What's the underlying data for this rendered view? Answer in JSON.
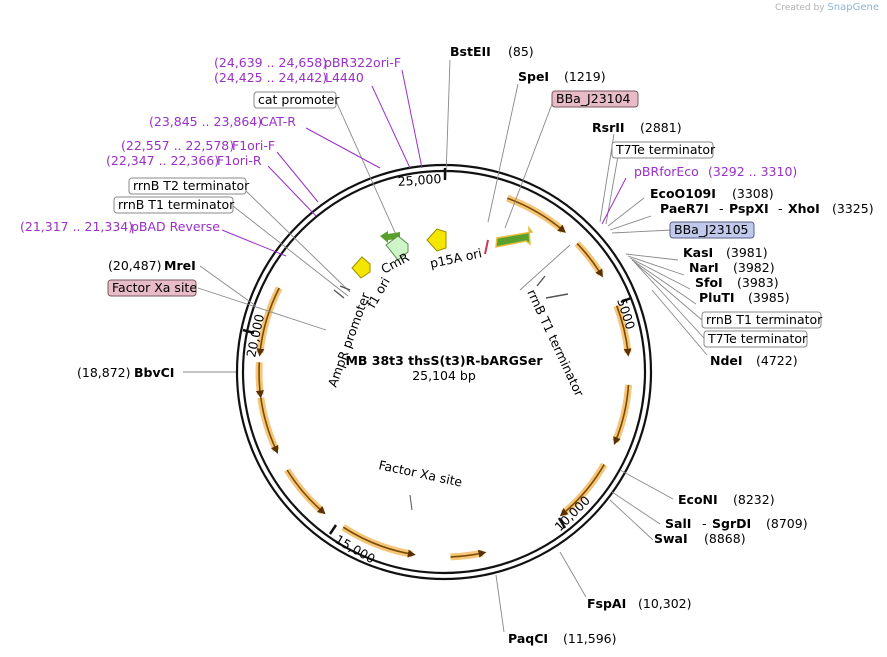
{
  "credit": {
    "prefix": "Created by",
    "brand": "SnapGene"
  },
  "plasmid": {
    "name": "MB 38t3 thsS(t3)R-bARGSer",
    "length_label": "25,104 bp"
  },
  "ticks": [
    "5000",
    "10,000",
    "15,000",
    "20,000",
    "25,000"
  ],
  "sites": [
    {
      "name": "BstEII",
      "pos": "(85)"
    },
    {
      "name": "SpeI",
      "pos": "(1219)"
    },
    {
      "name": "RsrII",
      "pos": "(2881)"
    },
    {
      "name": "EcoO109I",
      "pos": "(3308)"
    },
    {
      "name": "PaeR7I",
      "sep1": "-",
      "name2": "PspXI",
      "sep2": "-",
      "name3": "XhoI",
      "pos": "(3325)"
    },
    {
      "name": "KasI",
      "pos": "(3981)"
    },
    {
      "name": "NarI",
      "pos": "(3982)"
    },
    {
      "name": "SfoI",
      "pos": "(3983)"
    },
    {
      "name": "PluTI",
      "pos": "(3985)"
    },
    {
      "name": "NdeI",
      "pos": "(4722)"
    },
    {
      "name": "EcoNI",
      "pos": "(8232)"
    },
    {
      "name": "SalI",
      "sep1": "-",
      "name2": "SgrDI",
      "pos": "(8709)"
    },
    {
      "name": "SwaI",
      "pos": "(8868)"
    },
    {
      "name": "FspAI",
      "pos": "(10,302)"
    },
    {
      "name": "PaqCI",
      "pos": "(11,596)"
    },
    {
      "name": "BbvCI",
      "pos": "(18,872)"
    },
    {
      "name": "MreI",
      "pos": "(20,487)"
    }
  ],
  "primers": [
    {
      "range": "(24,639 .. 24,658)",
      "name": "pBR322ori-F"
    },
    {
      "range": "(24,425 .. 24,442)",
      "name": "L4440"
    },
    {
      "range": "(23,845 .. 23,864)",
      "name": "CAT-R"
    },
    {
      "range": "(22,557 .. 22,578)",
      "name": "F1ori-F"
    },
    {
      "range": "(22,347 .. 22,366)",
      "name": "F1ori-R"
    },
    {
      "range": "(21,317 .. 21,334)",
      "name": "pBAD Reverse"
    },
    {
      "name": "pBRforEco",
      "range": "(3292 .. 3310)"
    }
  ],
  "feature_boxes": [
    {
      "text": "cat promoter"
    },
    {
      "text": "BBa_J23104"
    },
    {
      "text": "T7Te terminator"
    },
    {
      "text": "rrnB T2 terminator"
    },
    {
      "text": "rrnB T1 terminator"
    },
    {
      "text": "BBa_J23105"
    },
    {
      "text": "rrnB T1 terminator"
    },
    {
      "text": "T7Te terminator"
    },
    {
      "text": "Factor Xa site"
    }
  ],
  "inner_labels": {
    "cmr": "CmR",
    "p15a": "p15A ori",
    "f1": "f1 ori",
    "ampr_promoter": "AmpR promoter",
    "rrnb_t1": "rrnB T1 terminator",
    "factor_xa": "Factor Xa site"
  },
  "colors": {
    "primer": "#9a30c8",
    "cds_arrow": "#f2b24c",
    "cds_outline": "#7a4a00",
    "rbs_green": "#5aa02c",
    "ori_yellow": "#f5e600",
    "cmr_green": "#cdf5c8",
    "box_pink": "#e8bcc6",
    "box_blue": "#c0c8ec"
  }
}
